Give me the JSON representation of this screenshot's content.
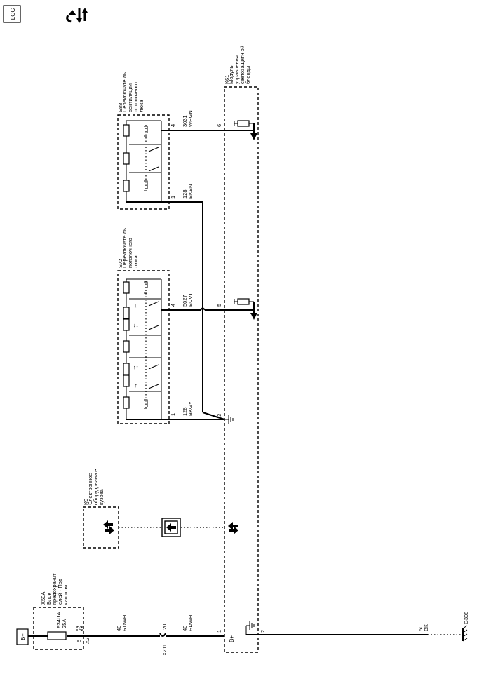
{
  "toolbar": {
    "loc_icon_label": "LOC"
  },
  "modules": {
    "x50a": {
      "id": "X50A",
      "name": "Блок предохранит елей - Под капотом"
    },
    "k9": {
      "id": "K9",
      "name": "Электронное оборудовани е кузова"
    },
    "s72": {
      "id": "S72",
      "name": "Переключате ль потолочного люка"
    },
    "s88": {
      "id": "S88",
      "name": "Переключате ль вентиляции потолочного люка"
    },
    "k61": {
      "id": "K61",
      "name": "Модуль управления светозащитн ой бленды"
    }
  },
  "power": {
    "bplus_box": "B+",
    "fuse_id": "F34UA",
    "fuse_rating": "25A",
    "k61_power": "B+"
  },
  "connectors": {
    "x2": "X2",
    "x2_pin": "70",
    "x211": "X211",
    "x211_pin": "20"
  },
  "wires": {
    "w_rdwh_1": {
      "gauge": "40",
      "color": "RDWH"
    },
    "w_rdwh_2": {
      "gauge": "40",
      "color": "RDWH"
    },
    "w_bkgy": {
      "gauge": "128",
      "color": "BKGY"
    },
    "w_buvt": {
      "gauge": "5027",
      "color": "BUVT"
    },
    "w_bkbn": {
      "gauge": "128",
      "color": "BKBN"
    },
    "w_whgn": {
      "gauge": "3031",
      "color": "WHGN"
    },
    "w_bk": {
      "gauge": "50",
      "color": "BK"
    }
  },
  "pins": {
    "k61_pin1": "1",
    "k61_pin2": "2",
    "k61_pin3": "3",
    "k61_pin5": "5",
    "k61_pin6": "6",
    "s72_pin1": "1",
    "s72_pin4": "4",
    "s88_pin1": "1",
    "s88_pin4": "4"
  },
  "ground": {
    "id": "G308"
  }
}
